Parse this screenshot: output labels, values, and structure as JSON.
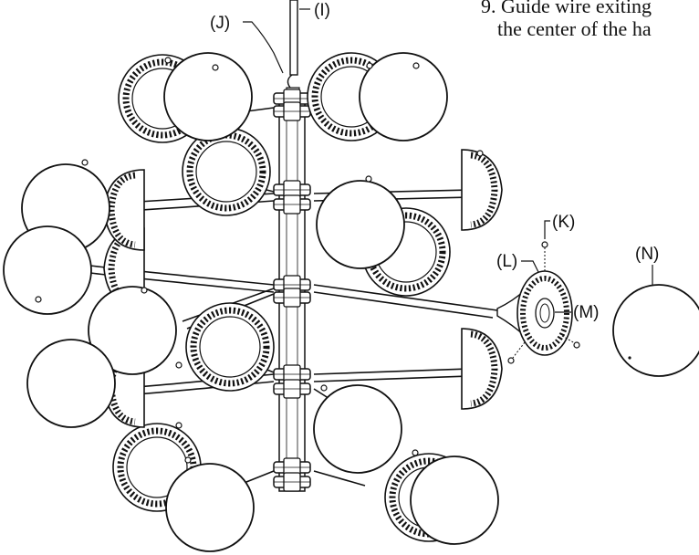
{
  "instruction": {
    "line1": "9. Guide wire exiting",
    "line2": "the center of the ha"
  },
  "labels": {
    "I": "(I)",
    "J": "(J)",
    "K": "(K)",
    "L": "(L)",
    "M": "(M)",
    "N": "(N)"
  }
}
